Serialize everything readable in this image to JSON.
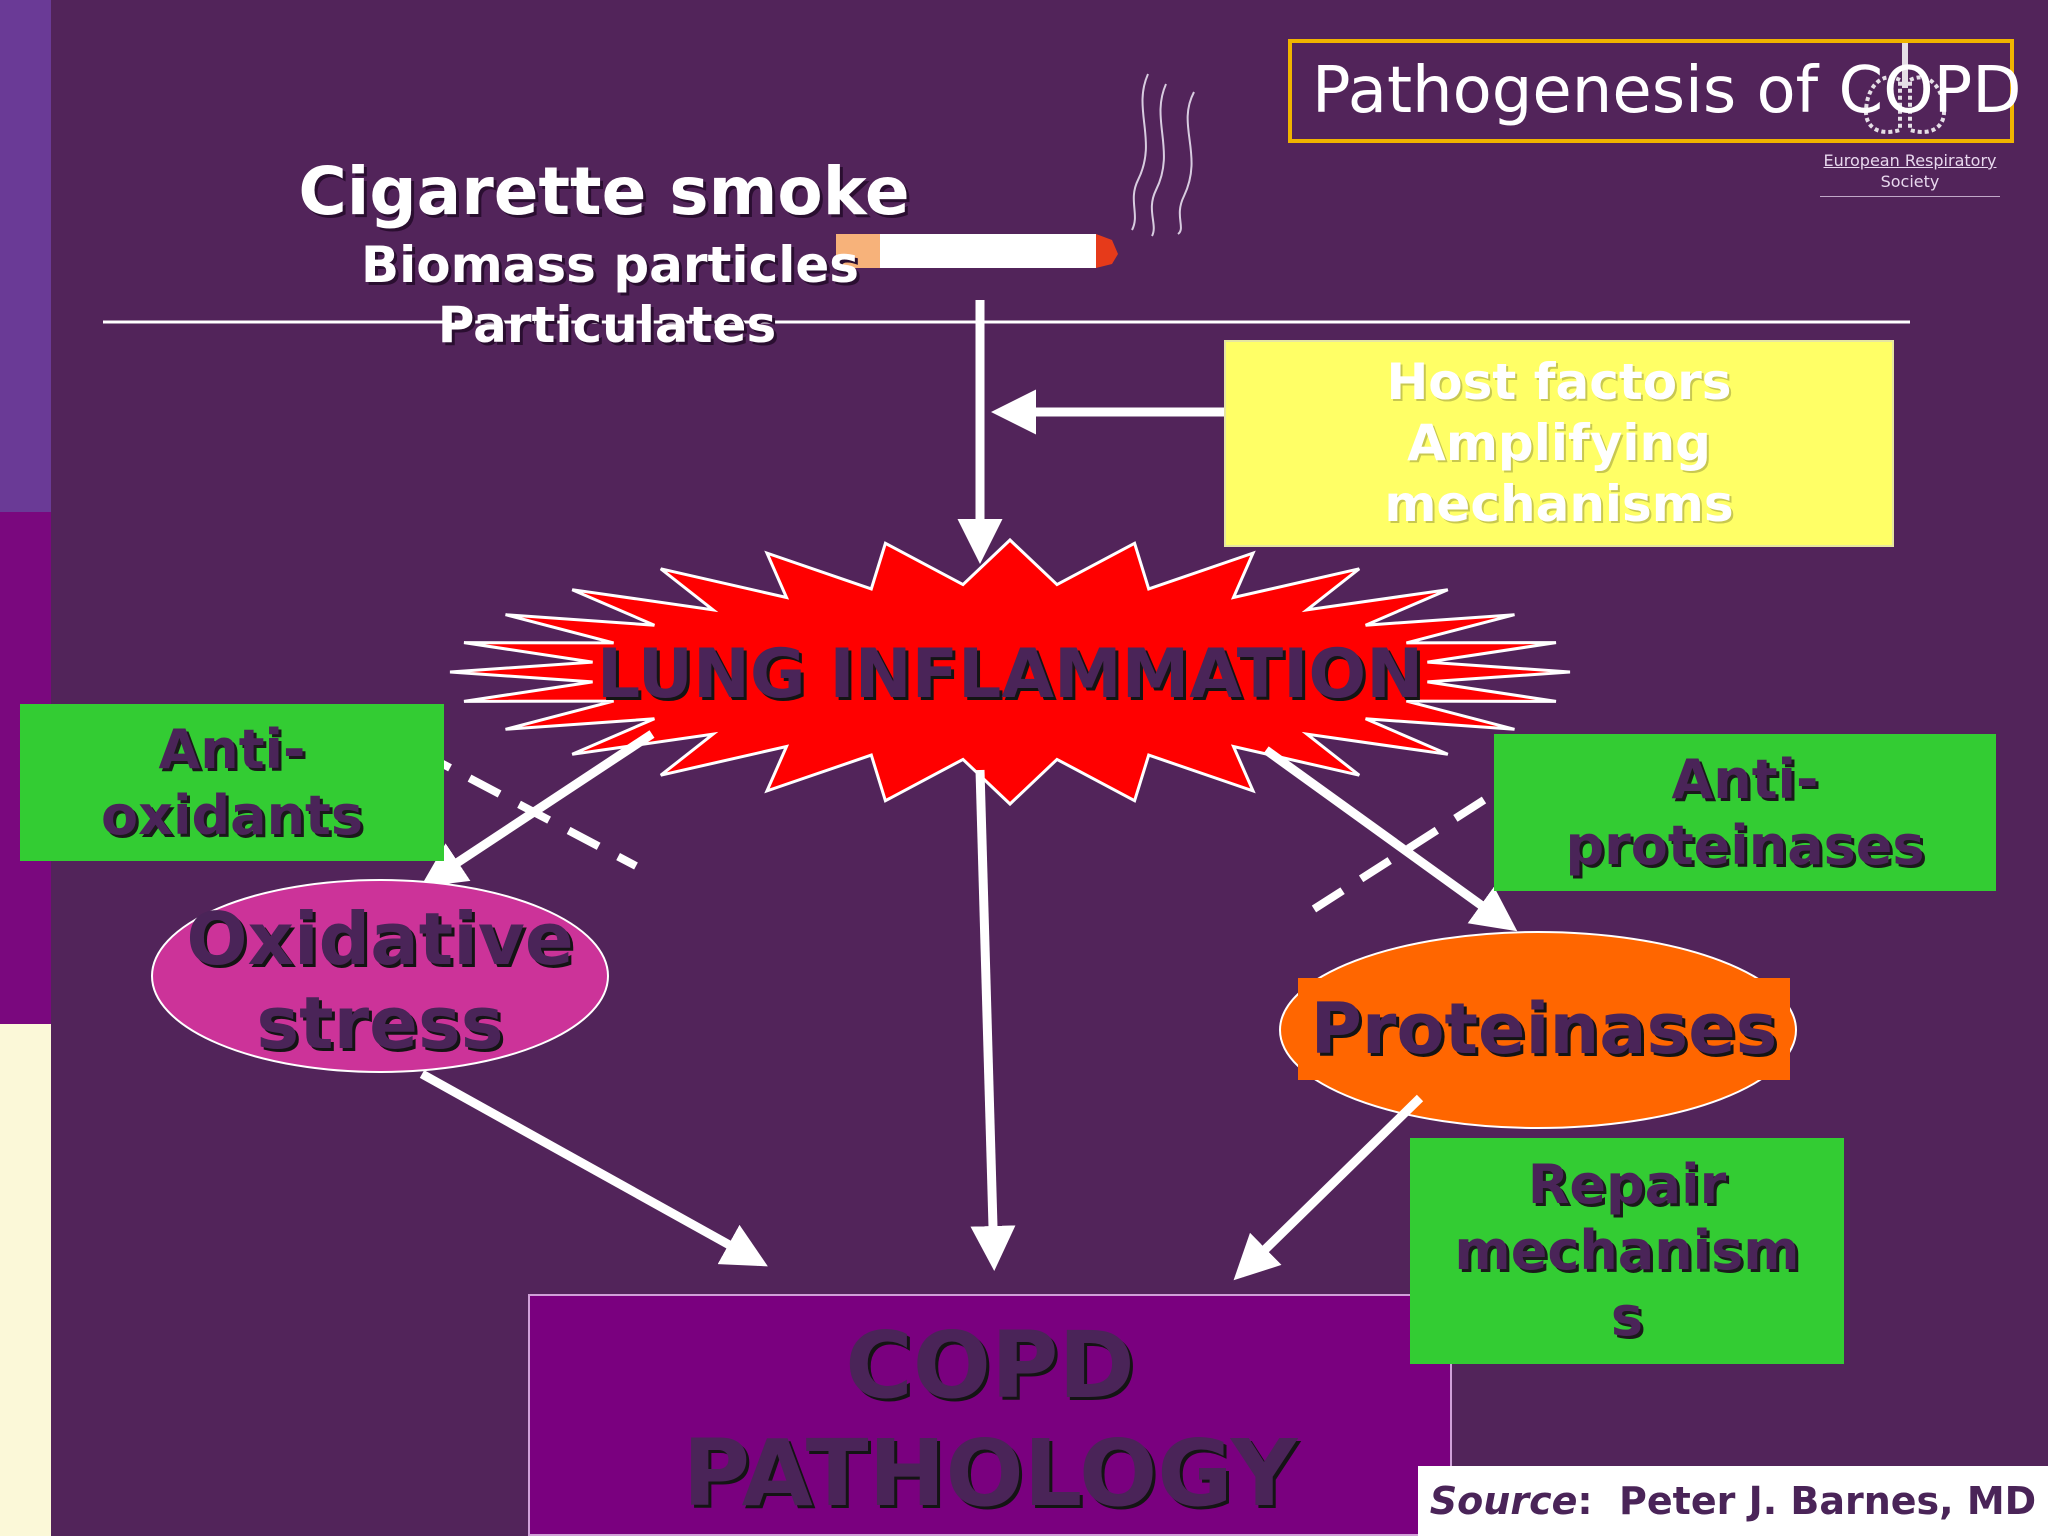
{
  "title": "Pathogenesis of COPD",
  "society": [
    "European Respiratory",
    "Society"
  ],
  "sources": [
    "Cigarette smoke",
    "Biomass particles",
    "Particulates"
  ],
  "host_factors": [
    "Host factors",
    "Amplifying",
    "mechanisms"
  ],
  "lung_inflammation": "LUNG INFLAMMATION",
  "anti_oxidants": [
    "Anti-",
    "oxidants"
  ],
  "anti_proteinases": [
    "Anti-",
    "proteinases"
  ],
  "oxidative_stress": [
    "Oxidative",
    "stress"
  ],
  "proteinases": "Proteinases",
  "repair": [
    "Repair",
    "mechanism",
    "s"
  ],
  "copd_pathology": [
    "COPD",
    "PATHOLOGY"
  ],
  "source_credit": {
    "label": "Source",
    "sep": ":",
    "name": "Peter J. Barnes, MD"
  },
  "colors": {
    "background": "#52245a",
    "title_border": "#f0b400",
    "green": "#33cc33",
    "yellow": "#ffff66",
    "burst": "#ff0000",
    "oxidative": "#cc3399",
    "proteinases": "#ff6600",
    "copd_box": "#7a007f",
    "text_dark": "#4a2458"
  }
}
